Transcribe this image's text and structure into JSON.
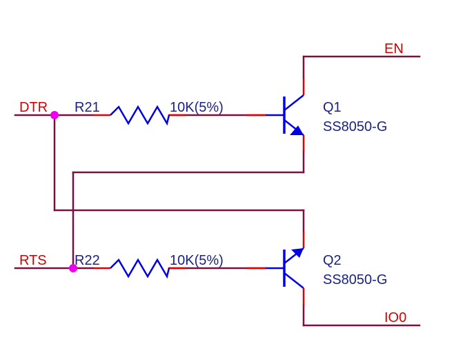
{
  "colors": {
    "wire": "#7a1040",
    "pin": "#e00000",
    "component": "#0000e0",
    "junction": "#ee00ee",
    "net_label": "#d40000",
    "part_label": "#1a237e",
    "background": "#ffffff"
  },
  "nets": {
    "dtr": "DTR",
    "rts": "RTS",
    "en": "EN",
    "io0": "IO0"
  },
  "resistors": [
    {
      "ref": "R21",
      "value": "10K(5%)"
    },
    {
      "ref": "R22",
      "value": "10K(5%)"
    }
  ],
  "transistors": [
    {
      "ref": "Q1",
      "part": "SS8050-G"
    },
    {
      "ref": "Q2",
      "part": "SS8050-G"
    }
  ]
}
